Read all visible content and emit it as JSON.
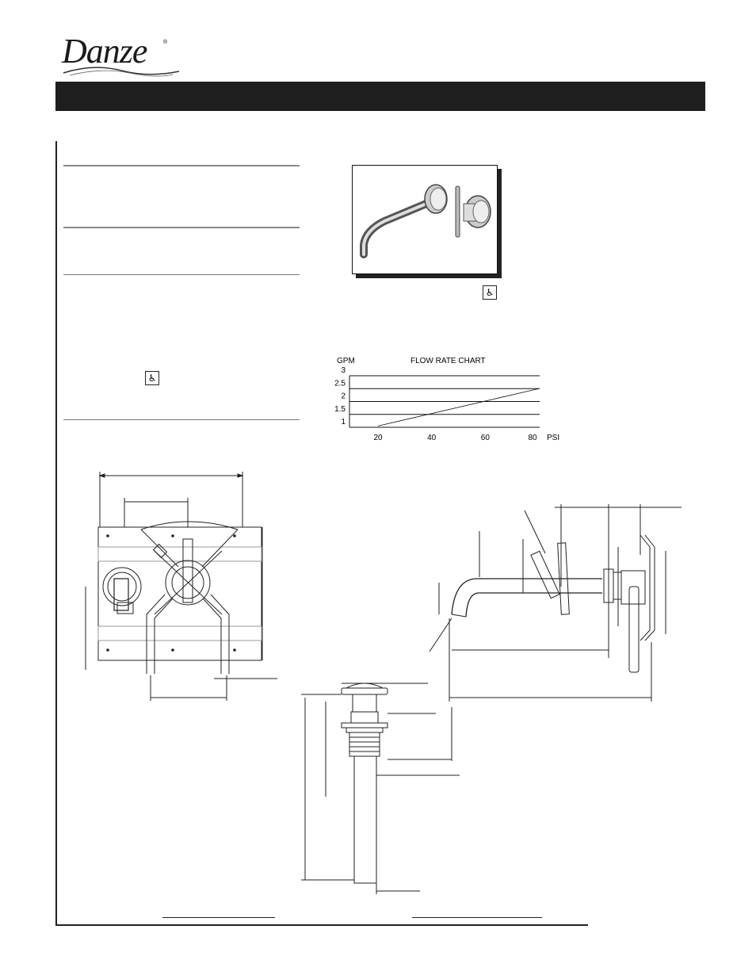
{
  "brand": {
    "name": "Danze",
    "reg_mark": "®"
  },
  "chart_data": {
    "type": "line",
    "title": "FLOW RATE CHART",
    "ylabel": "GPM",
    "xlabel": "PSI",
    "x_ticks": [
      "20",
      "40",
      "60",
      "80"
    ],
    "y_ticks": [
      "3",
      "2.5",
      "2",
      "1.5",
      "1"
    ],
    "ylim": [
      1,
      3
    ],
    "xlim": [
      20,
      80
    ],
    "series": [
      {
        "x": [
          20,
          80
        ],
        "y": [
          1.05,
          2.5
        ]
      }
    ],
    "grid": true
  }
}
